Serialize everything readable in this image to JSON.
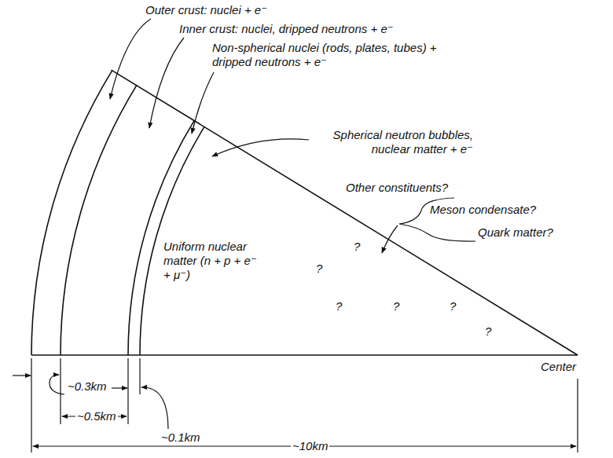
{
  "diagram": {
    "labels": [
      "Outer crust: nuclei + e⁻",
      "Inner crust: nuclei, dripped neutrons + e⁻",
      "Non-spherical nuclei (rods, plates, tubes) + dripped neutrons + e⁻",
      "Spherical neutron bubbles, nuclear matter + e⁻",
      "Other constituents?",
      "Meson condensate?",
      "Quark matter?",
      "Uniform nuclear matter (n + p + e⁻ + μ⁻)",
      "?",
      "?",
      "?",
      "?",
      "?",
      "?",
      "Center",
      "~0.3km",
      "~0.5km",
      "~0.1km",
      "~10km"
    ]
  }
}
